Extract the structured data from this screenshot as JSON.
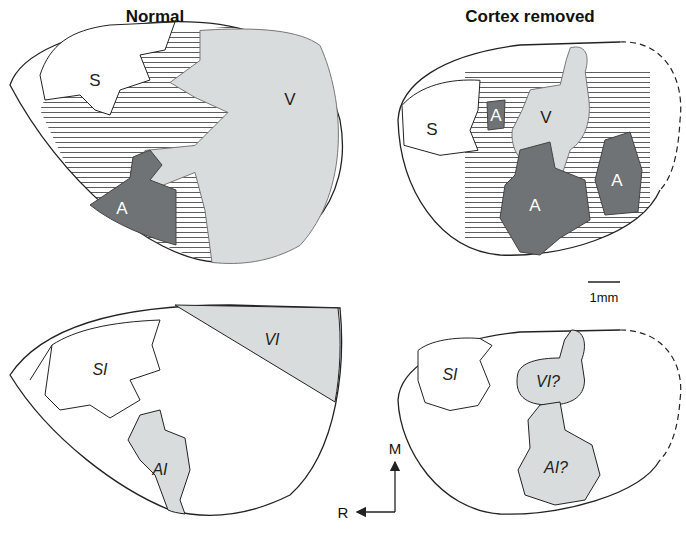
{
  "diagram": {
    "nodes": [
      {
        "text": [
          "S"
        ]
      },
      {
        "text": [
          "V"
        ]
      },
      {
        "text": [
          "A"
        ]
      },
      {
        "text": [
          "S"
        ]
      },
      {
        "text": [
          "A"
        ]
      },
      {
        "text": [
          "V"
        ]
      },
      {
        "text": [
          "A"
        ]
      },
      {
        "text": [
          "A"
        ]
      },
      {
        "text": [
          "SI"
        ]
      },
      {
        "text": [
          "VI"
        ]
      },
      {
        "text": [
          "AI"
        ]
      },
      {
        "text": [
          "SI"
        ]
      },
      {
        "text": [
          "VI?"
        ]
      },
      {
        "text": [
          "AI?"
        ]
      }
    ],
    "labels": [
      "Normal",
      "Cortex removed",
      "1mm",
      "M",
      "R"
    ]
  }
}
